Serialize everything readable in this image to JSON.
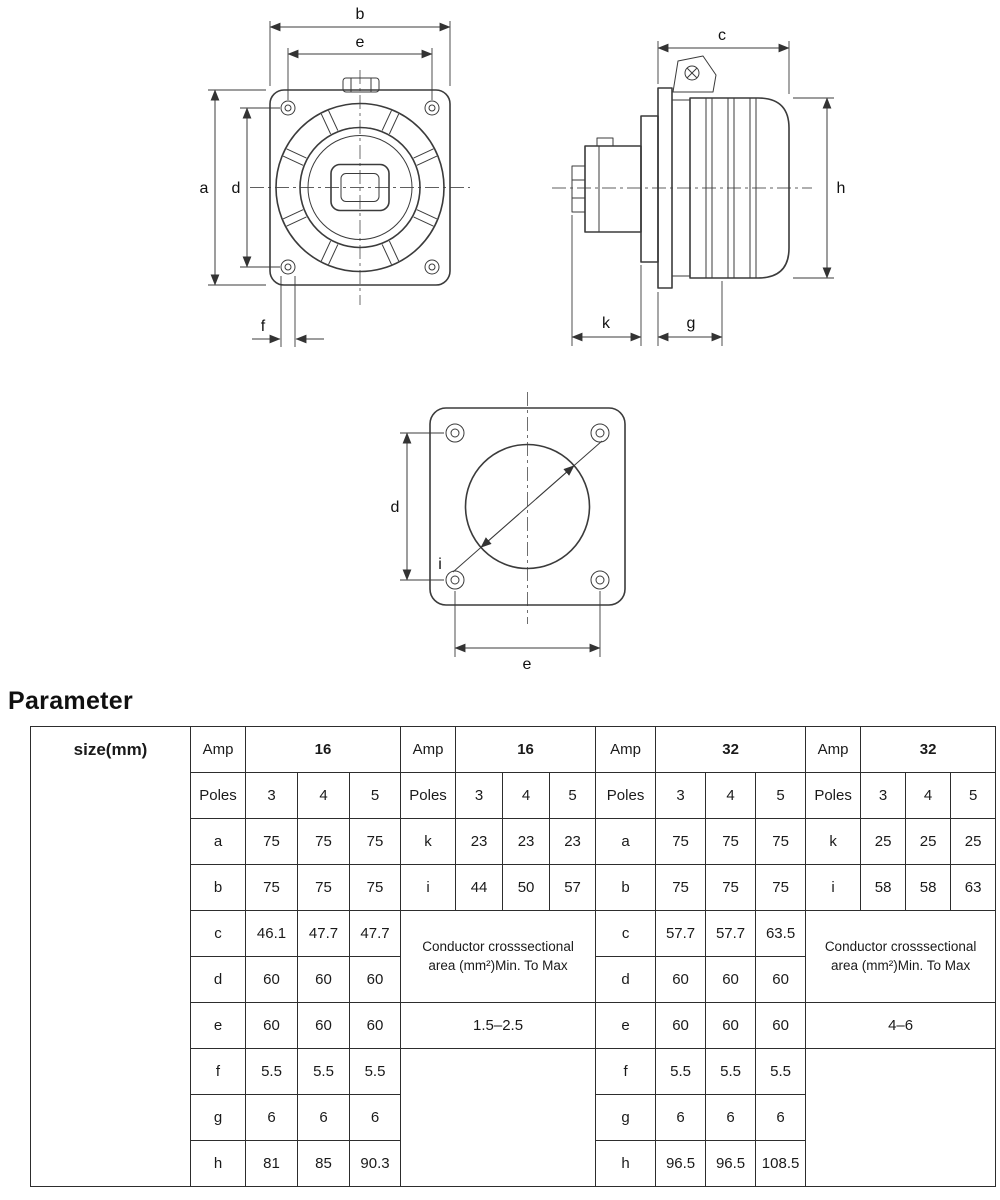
{
  "page": {
    "section_title": "Parameter"
  },
  "drawings": {
    "front": {
      "a": "a",
      "b": "b",
      "d": "d",
      "e": "e",
      "f": "f"
    },
    "side": {
      "c": "c",
      "g": "g",
      "h": "h",
      "k": "k"
    },
    "cutout": {
      "d": "d",
      "e": "e",
      "i": "i"
    }
  },
  "table": {
    "corner_label": "size(mm)",
    "dim16": {
      "amp_label": "Amp",
      "amp": "16",
      "poles_label": "Poles",
      "poles": [
        "3",
        "4",
        "5"
      ],
      "rows": [
        {
          "p": "a",
          "v": [
            "75",
            "75",
            "75"
          ]
        },
        {
          "p": "b",
          "v": [
            "75",
            "75",
            "75"
          ]
        },
        {
          "p": "c",
          "v": [
            "46.1",
            "47.7",
            "47.7"
          ]
        },
        {
          "p": "d",
          "v": [
            "60",
            "60",
            "60"
          ]
        },
        {
          "p": "e",
          "v": [
            "60",
            "60",
            "60"
          ]
        },
        {
          "p": "f",
          "v": [
            "5.5",
            "5.5",
            "5.5"
          ]
        },
        {
          "p": "g",
          "v": [
            "6",
            "6",
            "6"
          ]
        },
        {
          "p": "h",
          "v": [
            "81",
            "85",
            "90.3"
          ]
        }
      ]
    },
    "aux16": {
      "amp_label": "Amp",
      "amp": "16",
      "poles_label": "Poles",
      "poles": [
        "3",
        "4",
        "5"
      ],
      "row_k": {
        "p": "k",
        "v": [
          "23",
          "23",
          "23"
        ]
      },
      "row_i": {
        "p": "i",
        "v": [
          "44",
          "50",
          "57"
        ]
      },
      "note": "Conductor crosssectional area (mm²)Min. To Max",
      "range": "1.5–2.5"
    },
    "dim32": {
      "amp_label": "Amp",
      "amp": "32",
      "poles_label": "Poles",
      "poles": [
        "3",
        "4",
        "5"
      ],
      "rows": [
        {
          "p": "a",
          "v": [
            "75",
            "75",
            "75"
          ]
        },
        {
          "p": "b",
          "v": [
            "75",
            "75",
            "75"
          ]
        },
        {
          "p": "c",
          "v": [
            "57.7",
            "57.7",
            "63.5"
          ]
        },
        {
          "p": "d",
          "v": [
            "60",
            "60",
            "60"
          ]
        },
        {
          "p": "e",
          "v": [
            "60",
            "60",
            "60"
          ]
        },
        {
          "p": "f",
          "v": [
            "5.5",
            "5.5",
            "5.5"
          ]
        },
        {
          "p": "g",
          "v": [
            "6",
            "6",
            "6"
          ]
        },
        {
          "p": "h",
          "v": [
            "96.5",
            "96.5",
            "108.5"
          ]
        }
      ]
    },
    "aux32": {
      "amp_label": "Amp",
      "amp": "32",
      "poles_label": "Poles",
      "poles": [
        "3",
        "4",
        "5"
      ],
      "row_k": {
        "p": "k",
        "v": [
          "25",
          "25",
          "25"
        ]
      },
      "row_i": {
        "p": "i",
        "v": [
          "58",
          "58",
          "63"
        ]
      },
      "note": "Conductor crosssectional area (mm²)Min. To Max",
      "range": "4–6"
    }
  }
}
